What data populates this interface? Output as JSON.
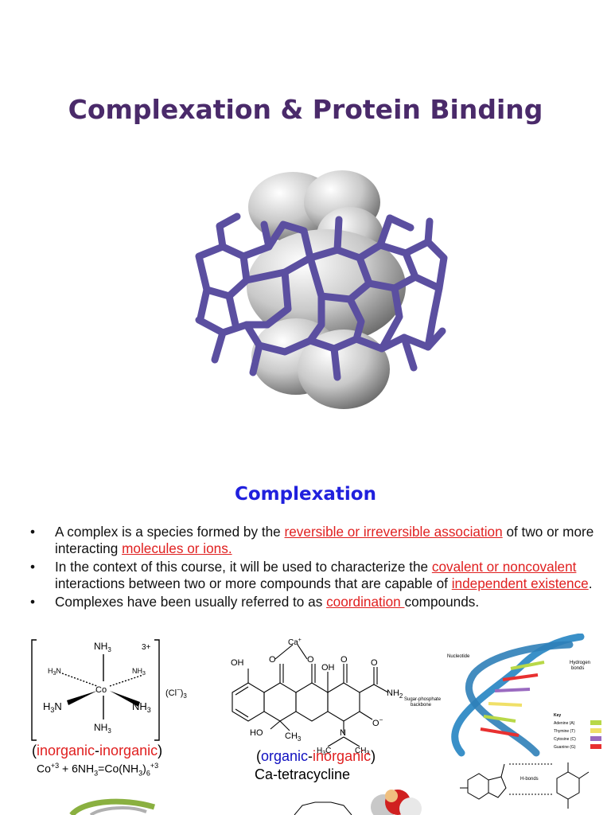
{
  "title": "Complexation & Protein Binding",
  "subtitle": "Complexation",
  "bullets": [
    {
      "before": "A complex is a species formed by the ",
      "hl1": "reversible or irreversible association",
      "mid": " of two or more interacting ",
      "hl2": "molecules or ions.",
      "after": ""
    },
    {
      "before": "In the context of this course, it will be used to characterize the ",
      "hl1": "covalent or noncovalent ",
      "mid": "interactions between two or more compounds that are capable of ",
      "hl2": "independent existence",
      "after": "."
    },
    {
      "before": "Complexes have been usually referred to as ",
      "hl1": "coordination ",
      "mid": "compounds.",
      "hl2": "",
      "after": ""
    }
  ],
  "cobalt": {
    "nh3_top": "NH",
    "nh3_bottom": "NH",
    "h3n_left": "H",
    "nh3_right": "NH",
    "small_left": "H",
    "small_right": "NH",
    "center": "Co",
    "charge": "3+",
    "counter": "(Cl",
    "counter_sub": "3",
    "sub3": "3",
    "h3n_n": "N",
    "minus": "−",
    "close_paren": ")"
  },
  "caption_left": {
    "open": "(",
    "a": "inorganic",
    "dash": "-",
    "b": "inorganic",
    "close": ")"
  },
  "equation": {
    "p1": "Co",
    "s1": "+3",
    "p2": " + 6NH",
    "s2": "3",
    "p3": "=Co(NH",
    "s3": "3",
    "p4": ")",
    "s4": "6",
    "s5": "+3"
  },
  "tetra": {
    "ca": "Ca",
    "ca_charge": "+",
    "oh1": "OH",
    "oh2": "OH",
    "o1": "O",
    "o2": "O",
    "o3": "O",
    "o4": "O",
    "nh2": "NH",
    "nh2_sub": "2",
    "o_minus": "O",
    "ho": "HO",
    "ch3": "CH",
    "ch3_sub": "3",
    "n": "N",
    "h3c": "H",
    "h3c_sub": "3",
    "h3c_c": "C",
    "minus": "−"
  },
  "caption_mid": {
    "open": "(",
    "a": "organic",
    "dash": "-",
    "b": "inorganic",
    "close": ")",
    "name": "Ca-tetracycline"
  },
  "dna": {
    "nucleotide": "Nucleotide",
    "hydrogen": "Hydrogen",
    "bonds": "bonds",
    "backbone1": "Sugar-phosphate",
    "backbone2": "backbone",
    "key": "Key",
    "adenine": "Adenine (A)",
    "thymine": "Thymine (T)",
    "cytosine": "Cytosine (C)",
    "guanine": "Guanine (G)",
    "hbonds": "H-bonds"
  },
  "colors": {
    "title": "#4a2a6a",
    "subtitle": "#2020dd",
    "highlight": "#e02020",
    "cage": "#5b4fa0",
    "adenine": "#b8d848",
    "thymine": "#f0e068",
    "cytosine": "#9a6ac0",
    "guanine": "#e83030"
  }
}
